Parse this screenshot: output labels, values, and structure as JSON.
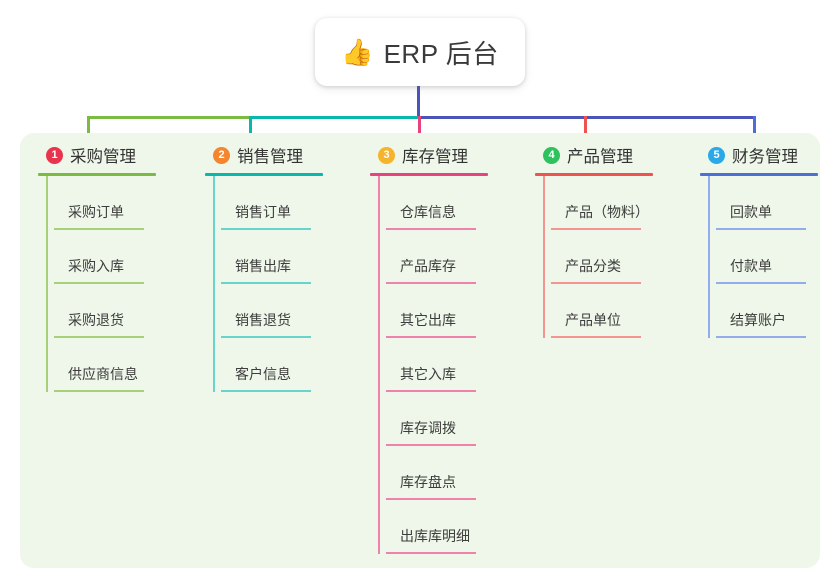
{
  "root": {
    "emoji": "👍",
    "emoji_name": "thumbs-up-icon",
    "title": "ERP 后台"
  },
  "colors": {
    "panel_bg": "#eef7e9",
    "page_bg": "#ffffff",
    "trunk": "#4b55b8",
    "bar_green": "#7cbb42",
    "bar_teal": "#09b8ab",
    "bar_blue": "#4b55b8"
  },
  "connectors": {
    "drops": [
      "#7cbb42",
      "#09b8ab",
      "#e8437f",
      "#ef5350",
      "#4b6fd4"
    ]
  },
  "columns": [
    {
      "number": "1",
      "title": "采购管理",
      "badge_color": "#e8354e",
      "line_color": "#7cbb42",
      "leaf_line_color": "#a8d07a",
      "items": [
        "采购订单",
        "采购入库",
        "采购退货",
        "供应商信息"
      ]
    },
    {
      "number": "2",
      "title": "销售管理",
      "badge_color": "#f5862e",
      "line_color": "#09b8ab",
      "leaf_line_color": "#67d5cc",
      "items": [
        "销售订单",
        "销售出库",
        "销售退货",
        "客户信息"
      ]
    },
    {
      "number": "3",
      "title": "库存管理",
      "badge_color": "#f5b32e",
      "line_color": "#e8437f",
      "leaf_line_color": "#ef82ad",
      "items": [
        "仓库信息",
        "产品库存",
        "其它出库",
        "其它入库",
        "库存调拨",
        "库存盘点",
        "出库库明细"
      ]
    },
    {
      "number": "4",
      "title": "产品管理",
      "badge_color": "#2ec25f",
      "line_color": "#ef5350",
      "leaf_line_color": "#f49490",
      "items": [
        "产品（物料）",
        "产品分类",
        "产品单位"
      ]
    },
    {
      "number": "5",
      "title": "财务管理",
      "badge_color": "#2aa8e8",
      "line_color": "#4b6fd4",
      "leaf_line_color": "#93adea",
      "items": [
        "回款单",
        "付款单",
        "结算账户"
      ]
    }
  ]
}
